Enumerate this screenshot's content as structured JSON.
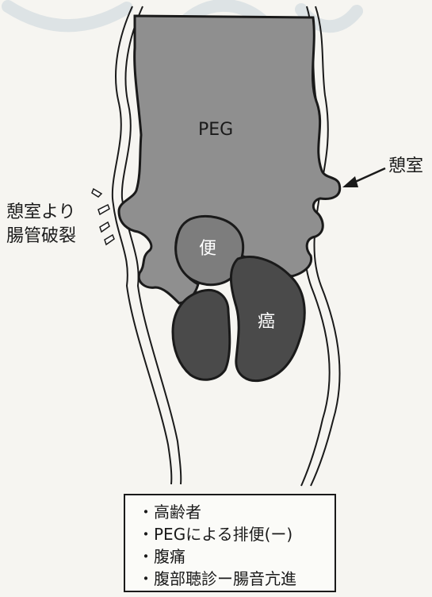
{
  "labels": {
    "peg": "PEG",
    "stool": "便",
    "cancer": "癌",
    "diverticulum": "憩室",
    "perforation_line1": "憩室より",
    "perforation_line2": "腸管破裂"
  },
  "notes": [
    "高齢者",
    "PEGによる排便(ー)",
    "腹痛",
    "腹部聴診ー腸音亢進"
  ],
  "colors": {
    "background": "#f6f5f1",
    "peg_fill": "#8f8f8f",
    "stool_fill": "#7d7d7d",
    "tumor_fill": "#4a4a4a",
    "outline": "#1a1a1a"
  }
}
